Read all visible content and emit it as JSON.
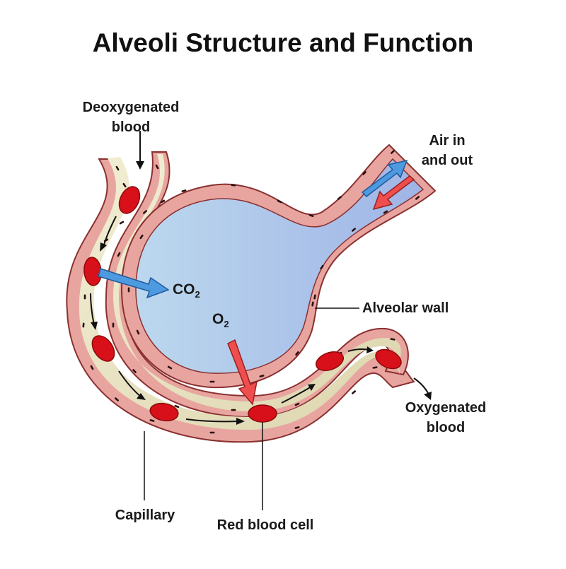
{
  "title": "Alveoli Structure and Function",
  "labels": {
    "deoxygenated_line1": "Deoxygenated",
    "deoxygenated_line2": "blood",
    "air_line1": "Air in",
    "air_line2": "and out",
    "co2": "CO",
    "co2_sub": "2",
    "o2": "O",
    "o2_sub": "2",
    "alveolar_wall": "Alveolar wall",
    "oxygenated_line1": "Oxygenated",
    "oxygenated_line2": "blood",
    "capillary": "Capillary",
    "red_blood_cell": "Red blood cell"
  },
  "colors": {
    "tissue": "#e8a5a0",
    "tissue_stroke": "#8a3030",
    "alveolus_fill": "#bcd8ee",
    "plasma": "#ece7c8",
    "red_cell": "#d8101a",
    "co2_arrow": "#4e9ae0",
    "o2_arrow": "#ee4e4e",
    "air_in_arrow": "#4e9ae0",
    "air_out_arrow": "#ee4e4e",
    "nucleus": "#2a1010"
  }
}
